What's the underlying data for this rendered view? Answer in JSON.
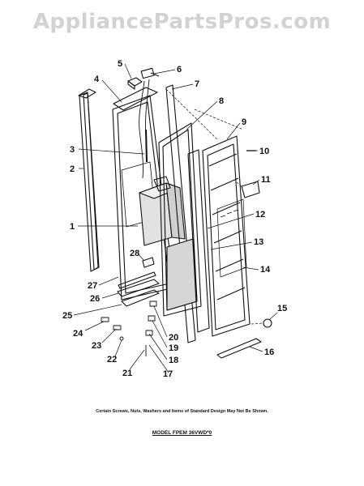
{
  "watermark": "AppliancePartsPros.com",
  "note": "Certain Screws, Nuts, Washers and Items of Standard Design May Not Be Shown.",
  "model": "MODEL FPEM 36VWD*0",
  "callouts": [
    "1",
    "2",
    "3",
    "4",
    "5",
    "6",
    "7",
    "8",
    "9",
    "10",
    "11",
    "12",
    "13",
    "14",
    "15",
    "16",
    "17",
    "18",
    "19",
    "20",
    "21",
    "22",
    "23",
    "24",
    "25",
    "26",
    "27",
    "28"
  ]
}
